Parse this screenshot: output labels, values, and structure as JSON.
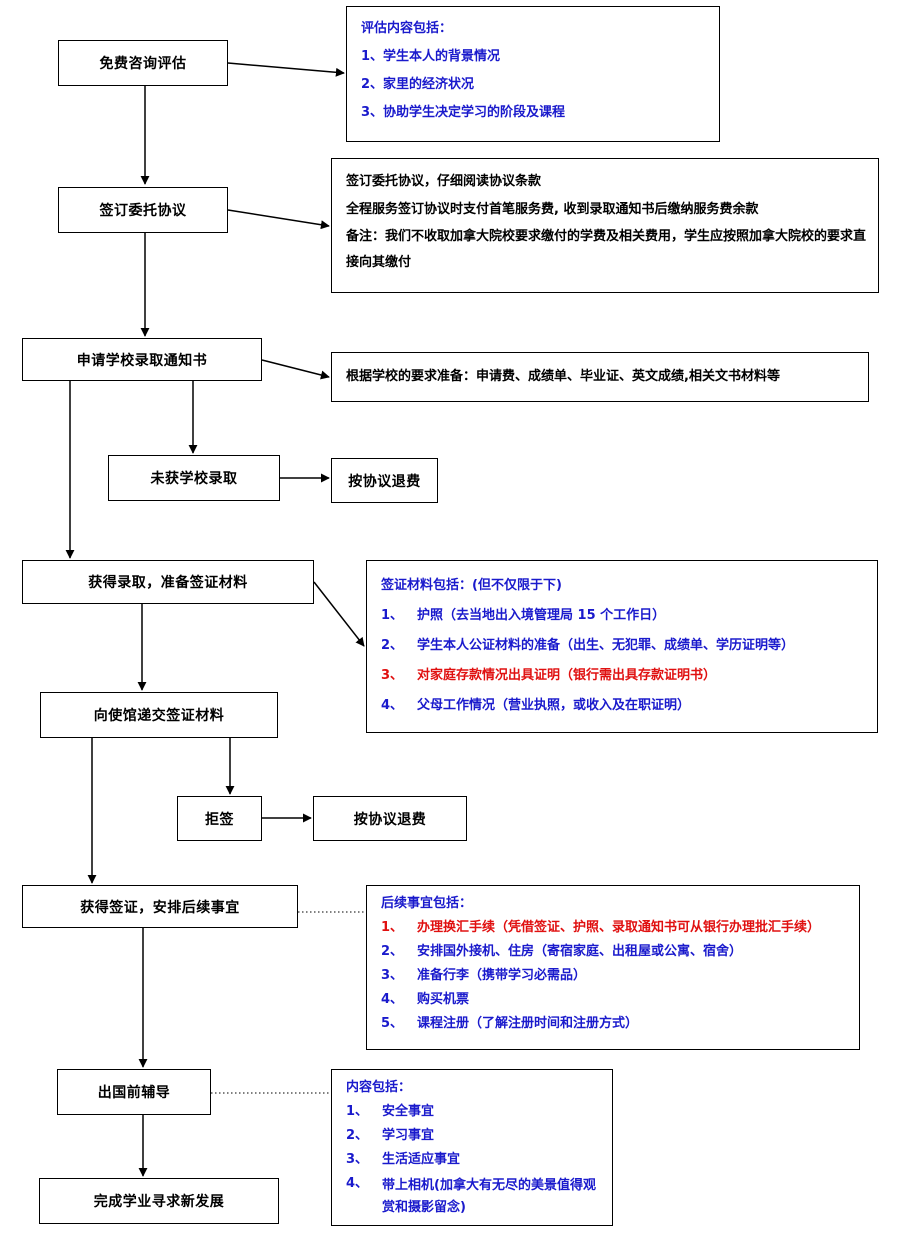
{
  "colors": {
    "blue": "#1a1acc",
    "red": "#e01010",
    "black": "#000000"
  },
  "steps": {
    "s1": "免费咨询评估",
    "s2": "签订委托协议",
    "s3": "申请学校录取通知书",
    "s3_fail": "未获学校录取",
    "s3_refund": "按协议退费",
    "s4": "获得录取，准备签证材料",
    "s5": "向使馆递交签证材料",
    "s5_reject": "拒签",
    "s5_refund": "按协议退费",
    "s6": "获得签证，安排后续事宜",
    "s7": "出国前辅导",
    "s8": "完成学业寻求新发展"
  },
  "notes": {
    "n1": {
      "title": "评估内容包括：",
      "items": [
        "1、学生本人的背景情况",
        "2、家里的经济状况",
        "3、协助学生决定学习的阶段及课程"
      ]
    },
    "n2": {
      "lines": [
        "签订委托协议，仔细阅读协议条款",
        "全程服务签订协议时支付首笔服务费, 收到录取通知书后缴纳服务费余款",
        "备注：我们不收取加拿大院校要求缴付的学费及相关费用，学生应按照加拿大院校的要求直接向其缴付"
      ]
    },
    "n3": {
      "text": "根据学校的要求准备：申请费、成绩单、毕业证、英文成绩,相关文书材料等"
    },
    "n4": {
      "title": "签证材料包括：(但不仅限于下)",
      "items": [
        {
          "num": "1、",
          "text": "护照（去当地出入境管理局 15 个工作日）"
        },
        {
          "num": "2、",
          "text": "学生本人公证材料的准备（出生、无犯罪、成绩单、学历证明等）"
        },
        {
          "num": "3、",
          "text": "对家庭存款情况出具证明（银行需出具存款证明书）"
        },
        {
          "num": "4、",
          "text": "父母工作情况（营业执照，或收入及在职证明）"
        }
      ]
    },
    "n5": {
      "title": "后续事宜包括：",
      "items": [
        {
          "num": "1、",
          "text": "办理换汇手续（凭借签证、护照、录取通知书可从银行办理批汇手续）"
        },
        {
          "num": "2、",
          "text": "安排国外接机、住房（寄宿家庭、出租屋或公寓、宿舍）"
        },
        {
          "num": "3、",
          "text": "准备行李（携带学习必需品）"
        },
        {
          "num": "4、",
          "text": "购买机票"
        },
        {
          "num": "5、",
          "text": "课程注册（了解注册时间和注册方式）"
        }
      ]
    },
    "n6": {
      "title": "内容包括：",
      "items": [
        {
          "num": "1、",
          "text": "安全事宜"
        },
        {
          "num": "2、",
          "text": "学习事宜"
        },
        {
          "num": "3、",
          "text": "生活适应事宜"
        },
        {
          "num": "4、",
          "text": "带上相机(加拿大有无尽的美景值得观赏和摄影留念)"
        }
      ]
    }
  }
}
